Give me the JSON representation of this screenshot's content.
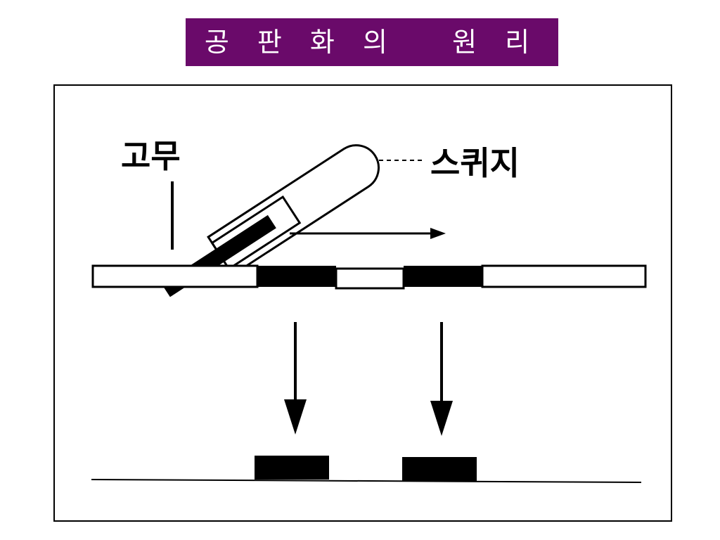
{
  "slide": {
    "title": "공 판 화 의   원 리",
    "title_bg_color": "#6a0a6a",
    "title_text_color": "#ffffff"
  },
  "diagram": {
    "labels": {
      "rubber": "고무",
      "squeegee": "스퀴지"
    },
    "colors": {
      "ink": "#000000",
      "paper": "#ffffff"
    }
  }
}
